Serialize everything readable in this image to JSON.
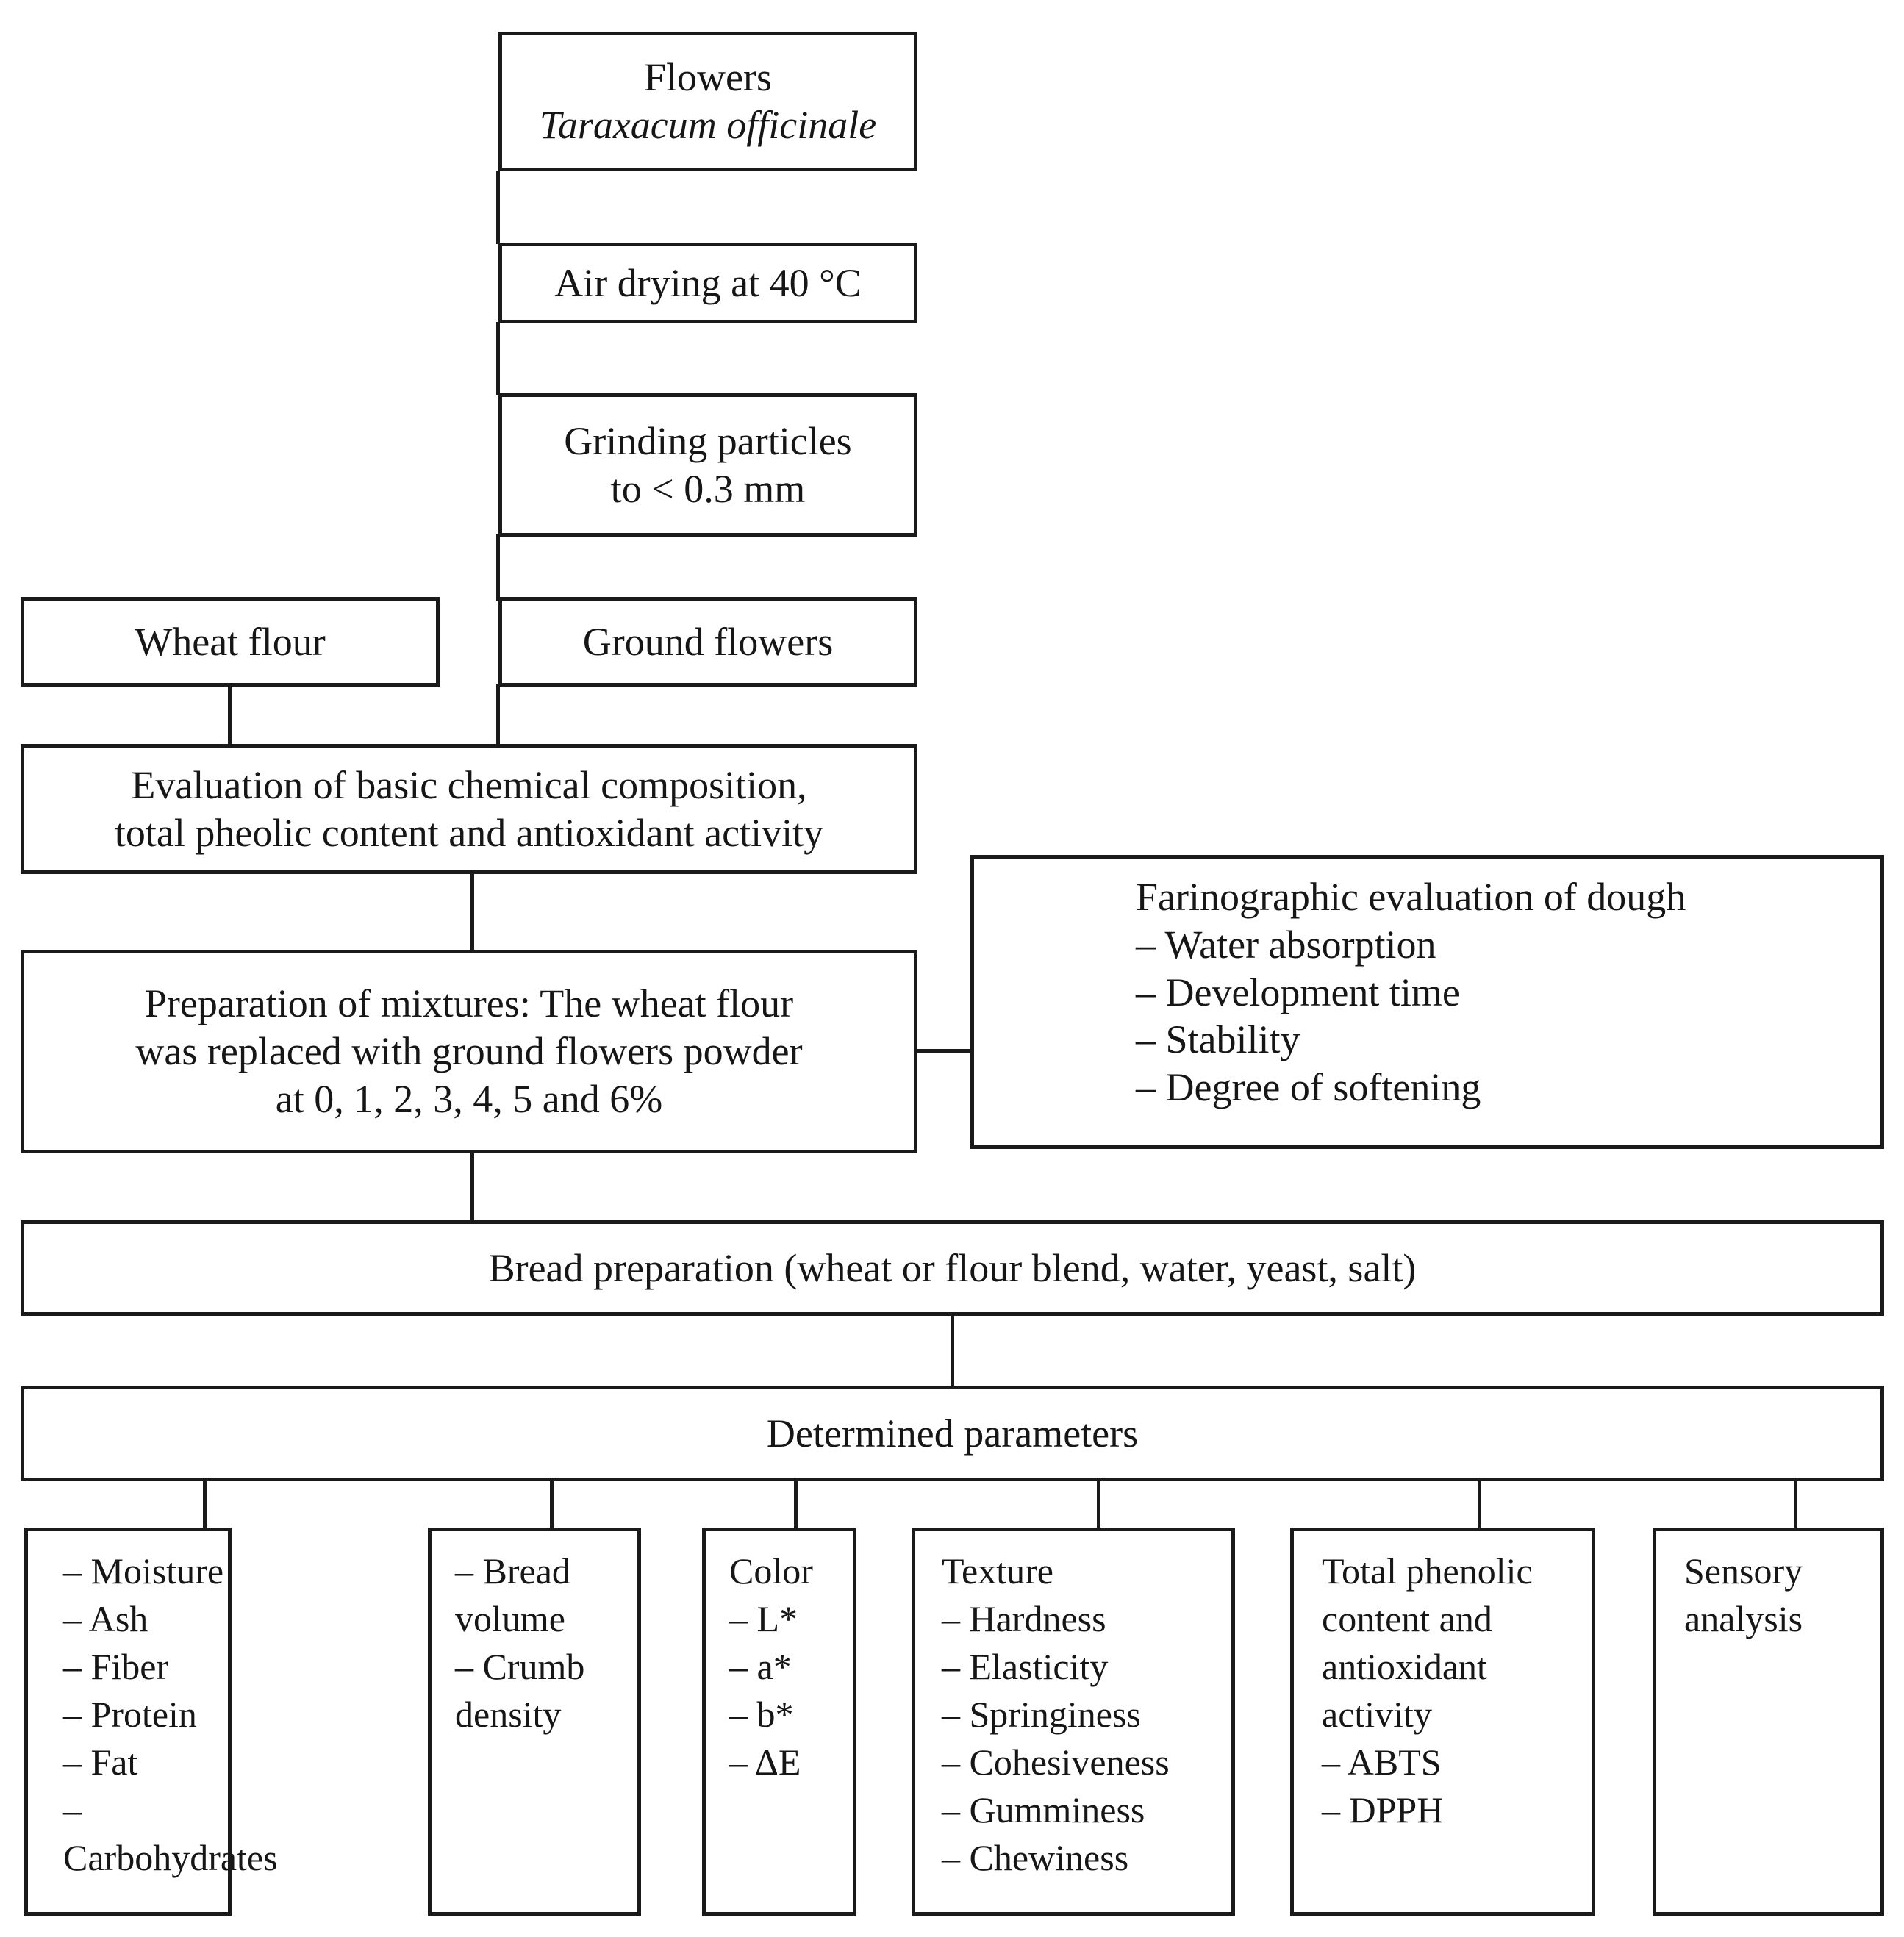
{
  "diagram": {
    "type": "flowchart",
    "title": "Experimental scheme of dandelion flower powder enriched bread production and analysis",
    "nodes": {
      "flowers": {
        "line1": "Flowers",
        "line2": "Taraxacum officinale"
      },
      "air_drying": {
        "label": "Air drying at 40 °C"
      },
      "grinding": {
        "line1": "Grinding particles",
        "line2": "to < 0.3 mm"
      },
      "wheat_flour": {
        "label": "Wheat flour"
      },
      "ground_flowers": {
        "label": "Ground flowers"
      },
      "evaluation": {
        "line1": "Evaluation of basic chemical composition,",
        "line2": "total pheolic content and antioxidant activity"
      },
      "mixtures": {
        "line1": "Preparation of mixtures: The wheat flour",
        "line2": "was replaced with ground flowers powder",
        "line3": "at 0, 1, 2, 3, 4, 5 and 6%"
      },
      "farinographic": {
        "heading": "Farinographic evaluation of dough",
        "items": [
          "– Water absorption",
          "– Development time",
          "– Stability",
          "– Degree of softening"
        ]
      },
      "bread_preparation": {
        "label": "Bread preparation (wheat or flour blend, water, yeast, salt)"
      },
      "determined_parameters": {
        "label": "Determined parameters"
      },
      "param_composition": {
        "items": [
          "– Moisture",
          "– Ash",
          "– Fiber",
          "– Protein",
          "– Fat",
          "– Carbohydrates"
        ]
      },
      "param_volume": {
        "items": [
          "– Bread\nvolume",
          "– Crumb\ndensity"
        ]
      },
      "param_color": {
        "heading": "Color",
        "items": [
          "– L*",
          "– a*",
          "– b*",
          "– ΔE"
        ]
      },
      "param_texture": {
        "heading": "Texture",
        "items": [
          "– Hardness",
          "– Elasticity",
          "– Springiness",
          "– Cohesiveness",
          "– Gumminess",
          "– Chewiness"
        ]
      },
      "param_phenolic": {
        "heading": "Total phenolic\ncontent and\nantioxidant\nactivity",
        "items": [
          "– ABTS",
          "– DPPH"
        ]
      },
      "param_sensory": {
        "heading": "Sensory\nanalysis"
      }
    },
    "colors": {
      "stroke": "#1a1a1a",
      "text": "#161616",
      "background": "#ffffff"
    }
  }
}
